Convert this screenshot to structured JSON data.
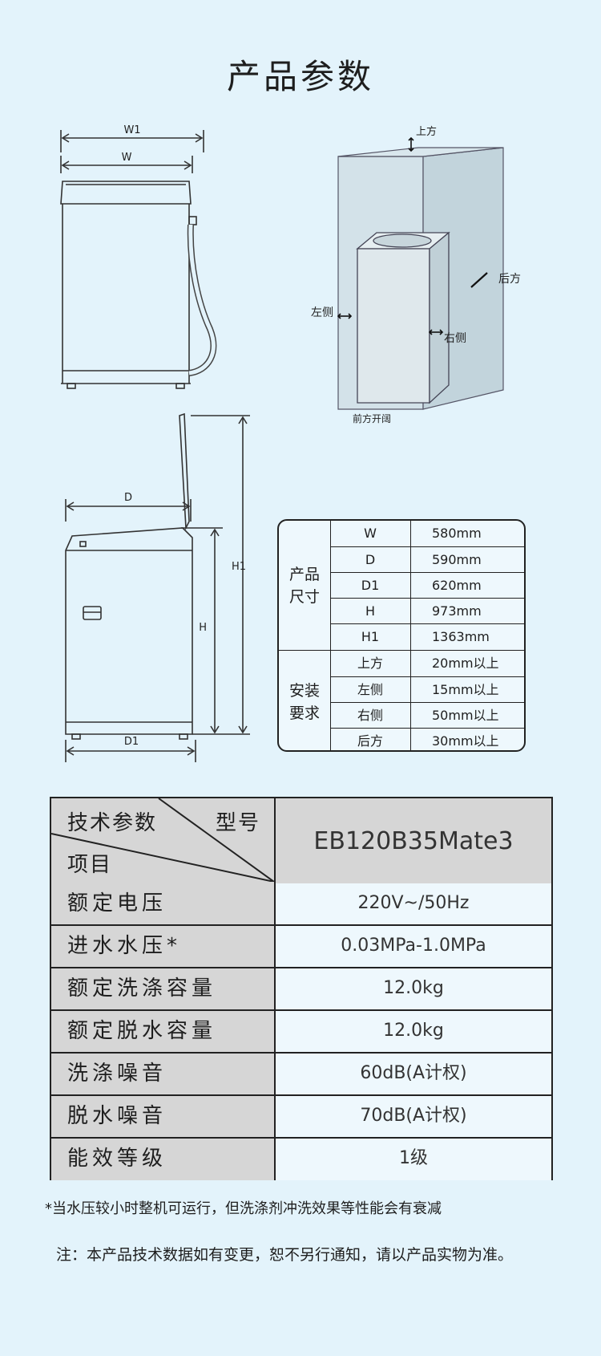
{
  "title": "产品参数",
  "diagram": {
    "front_view": {
      "w1_label": "W1",
      "w_label": "W"
    },
    "side_view": {
      "d_label": "D",
      "d1_label": "D1",
      "h_label": "H",
      "h1_label": "H1"
    },
    "install_view": {
      "top_label": "上方",
      "back_label": "后方",
      "left_label": "左侧",
      "right_label": "右侧",
      "front_label": "前方开阔"
    }
  },
  "dimension_table": {
    "groups": [
      {
        "label": "产品\n尺寸",
        "rows": [
          {
            "key": "W",
            "value": "580mm"
          },
          {
            "key": "D",
            "value": "590mm"
          },
          {
            "key": "D1",
            "value": "620mm"
          },
          {
            "key": "H",
            "value": "973mm"
          },
          {
            "key": "H1",
            "value": "1363mm"
          }
        ]
      },
      {
        "label": "安装\n要求",
        "rows": [
          {
            "key": "上方",
            "value": "20mm以上"
          },
          {
            "key": "左侧",
            "value": "15mm以上"
          },
          {
            "key": "右侧",
            "value": "50mm以上"
          },
          {
            "key": "后方",
            "value": "30mm以上"
          }
        ]
      }
    ]
  },
  "spec_table": {
    "header": {
      "top_left": "技术参数",
      "top_right": "型号",
      "bottom_left": "项目",
      "model": "EB120B35Mate3"
    },
    "rows": [
      {
        "key": "额定电压",
        "value": "220V~/50Hz"
      },
      {
        "key": "进水水压*",
        "value": "0.03MPa-1.0MPa"
      },
      {
        "key": "额定洗涤容量",
        "value": "12.0kg"
      },
      {
        "key": "额定脱水容量",
        "value": "12.0kg"
      },
      {
        "key": "洗涤噪音",
        "value": "60dB(A计权)"
      },
      {
        "key": "脱水噪音",
        "value": "70dB(A计权)"
      },
      {
        "key": "能效等级",
        "value": "1级"
      }
    ]
  },
  "footnote": "*当水压较小时整机可运行，但洗涤剂冲洗效果等性能会有衰减",
  "notice": "注：本产品技术数据如有变更，恕不另行通知，请以产品实物为准。",
  "colors": {
    "background": "#e3f3fb",
    "table_gray": "#d6d6d6",
    "text": "#1e1e1e"
  }
}
